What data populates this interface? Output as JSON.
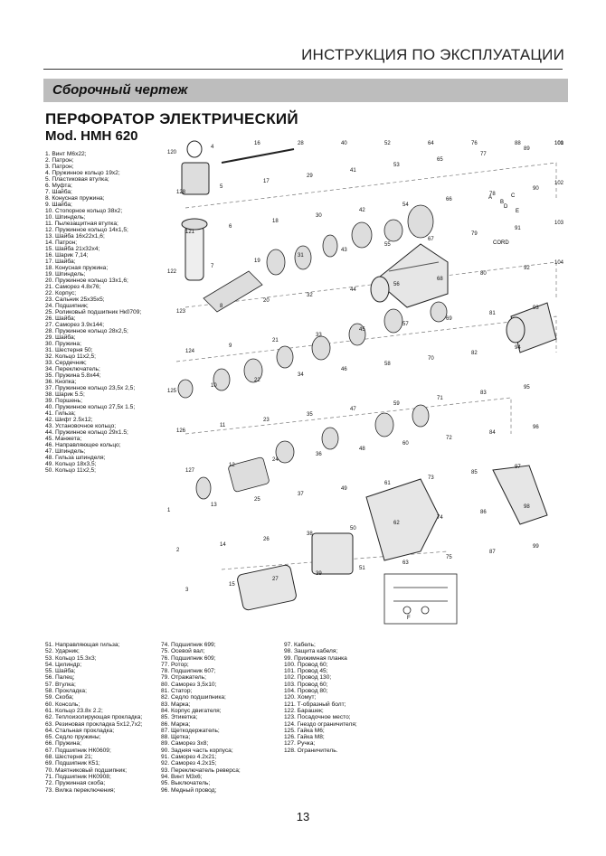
{
  "header": {
    "title": "ИНСТРУКЦИЯ ПО ЭКСПЛУАТАЦИИ"
  },
  "section": {
    "title": "Сборочный чертеж"
  },
  "product": {
    "title": "ПЕРФОРАТОР ЭЛЕКТРИЧЕСКИЙ",
    "model": "Mod. HMH 620"
  },
  "parts_list_1": [
    "1.  Винт М6х22;",
    "2.  Патрон;",
    "3.  Патрон;",
    "4.  Пружинное кольцо 19х2;",
    "5.  Пластиковая втулка;",
    "6.  Муфта;",
    "7.  Шайба;",
    "8.  Конусная пружина;",
    "9.  Шайба;",
    "10. Стопорное кольцо 38х2;",
    "10. Шпиндель;",
    "11. Пылезащитная втулка;",
    "12. Пружинное кольцо 14х1,5;",
    "13. Шайба 16х22х1,6;",
    "14. Патрон;",
    "15. Шайба 21х32х4;",
    "16. Шарик 7,14;",
    "17. Шайба;",
    "18. Конусная пружина;",
    "19. Шпиндель;",
    "20. Пружинное кольцо 13х1,6;",
    "21. Саморез 4.8х76;",
    "22. Корпус;",
    "23. Сальник 25х35х5;",
    "24. Подшипник;",
    "25. Роликовый подшипник Нк0709;",
    "26. Шайба;",
    "27. Саморез 3.9х144;",
    "28. Пружинное кольцо 28х2,5;",
    "29. Шайба;",
    "30. Пружина;",
    "31. Шестерня 50;",
    "32. Кольцо 11х2,5;",
    "33. Сердечник;",
    "34. Переключатель;",
    "35. Пружина 5.8х44;",
    "36. Кнопка;",
    "37. Пружинное кольцо 23,5х 2,5;",
    "38. Шарик 5.5;",
    "39. Поршень;",
    "40. Пружинное кольцо 27,5х 1.5;",
    "41. Гильза;",
    "42. Шифт 2.5х12;",
    "43. Установочное кольцо;",
    "44. Пружинное кольцо 29х1.5;",
    "45. Манжета;",
    "46. Направляющее кольцо;",
    "47. Шпиндель;",
    "48. Гильза шпинделя;",
    "49. Кольцо 18х3,5;",
    "50. Кольцо 11х2,5;"
  ],
  "bottom_col_1": [
    "51. Направляющая гильза;",
    "52. Ударник;",
    "53. Кольцо 15.3х3;",
    "54. Цилиндр;",
    "55. Шайба;",
    "56. Палец;",
    "57. Втулка;",
    "58. Прокладка;",
    "59. Скоба;",
    "60. Консоль;",
    "61. Кольцо 23.8х 2.2;",
    "62. Теплоизолирующая прокладка;",
    "63. Резиновая прокладка 5х12,7х2;",
    "64. Стальная прокладка;",
    "65. Седло пружины;",
    "66. Пружина;",
    "67. Подшипник НК0609;",
    "68. Шестерня 21;",
    "69. Подшипник К51;",
    "70. Маятниковый подшипник;",
    "71. Подшипник НК0908;",
    "72. Пружинная скоба;",
    "73. Вилка переключения;"
  ],
  "bottom_col_2": [
    "74. Подшипник 699;",
    "75. Осевой вал;",
    "76. Подшипник 609;",
    "77. Ротор;",
    "78. Подшипник 607;",
    "79. Отражатель;",
    "80. Саморез 3,5х10;",
    "81. Статор;",
    "82. Седло подшипника;",
    "83. Марка;",
    "84. Корпус двигателя;",
    "85. Этикетка;",
    "86. Марка;",
    "87. Щеткодержатель;",
    "88. Щетка;",
    "89. Саморез 3х8;",
    "90. Задняя часть корпуса;",
    "91. Саморез 4.2х21;",
    "92. Саморез 4.2х15;",
    "93. Переключатель реверса;",
    "94. Винт М3х6;",
    "95. Выключатель;",
    "96. Медный провод;"
  ],
  "bottom_col_3": [
    "97. Кабель;",
    "98. Защита кабеля;",
    "99. Прижимная планка",
    "100. Провод 60;",
    "101. Провод 45;",
    "102. Провод 130;",
    "103. Провод 60;",
    "104. Провод 80;",
    "120. Хомут;",
    "121. Т-образный болт;",
    "122. Барашек;",
    "123. Посадочное место;",
    "124. Гнездо ограничителя;",
    "125. Гайка М6;",
    "126. Гайка М8;",
    "127. Ручка;",
    "128. Ограничитель."
  ],
  "diagram": {
    "callouts": [
      "120",
      "128",
      "121",
      "122",
      "123",
      "124",
      "125",
      "126",
      "127",
      "1",
      "2",
      "3",
      "4",
      "5",
      "6",
      "7",
      "8",
      "9",
      "10",
      "11",
      "12",
      "13",
      "14",
      "15",
      "16",
      "17",
      "18",
      "19",
      "20",
      "21",
      "22",
      "23",
      "24",
      "25",
      "26",
      "27",
      "28",
      "29",
      "30",
      "31",
      "32",
      "33",
      "34",
      "35",
      "36",
      "37",
      "38",
      "39",
      "40",
      "41",
      "42",
      "43",
      "44",
      "45",
      "46",
      "47",
      "48",
      "49",
      "50",
      "51",
      "52",
      "53",
      "54",
      "55",
      "56",
      "57",
      "58",
      "59",
      "60",
      "61",
      "62",
      "63",
      "64",
      "65",
      "66",
      "67",
      "68",
      "69",
      "70",
      "71",
      "72",
      "73",
      "74",
      "75",
      "76",
      "77",
      "78",
      "79",
      "80",
      "81",
      "82",
      "83",
      "84",
      "85",
      "86",
      "87",
      "88",
      "89",
      "90",
      "91",
      "92",
      "93",
      "94",
      "95",
      "96",
      "97",
      "98",
      "99",
      "100",
      "101",
      "102",
      "103",
      "104"
    ],
    "labels_misc": [
      "A",
      "B",
      "C",
      "D",
      "E",
      "F",
      "CORD"
    ]
  },
  "page": {
    "number": "13"
  }
}
